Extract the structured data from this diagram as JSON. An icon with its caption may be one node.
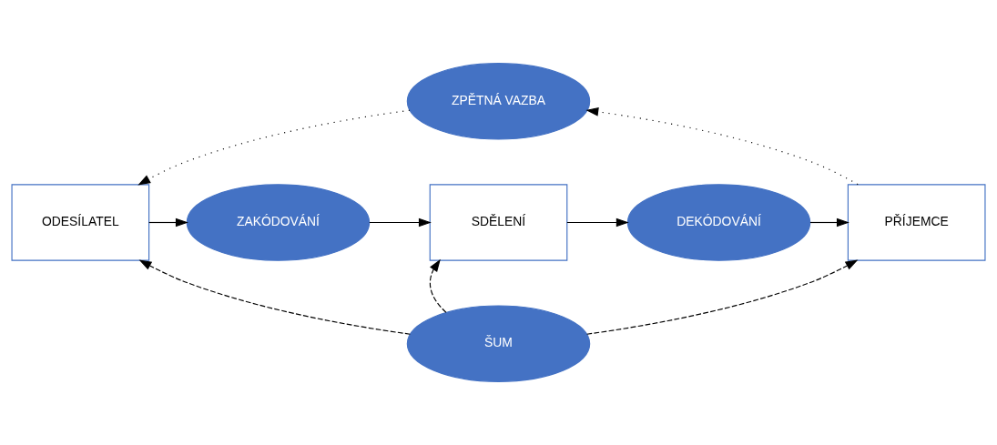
{
  "diagram": {
    "nodes": [
      {
        "text": [
          "ZPĚTNÁ VAZBA"
        ]
      },
      {
        "text": [
          "ODESÍLATEL"
        ]
      },
      {
        "text": [
          "ZAKÓDOVÁNÍ"
        ]
      },
      {
        "text": [
          "SDĚLENÍ"
        ]
      },
      {
        "text": [
          "DEKÓDOVÁNÍ"
        ]
      },
      {
        "text": [
          "PŘÍJEMCE"
        ]
      },
      {
        "text": [
          "ŠUM"
        ]
      }
    ],
    "edges": [
      {
        "from": 1,
        "to": 2,
        "arrow": "to"
      },
      {
        "from": 2,
        "to": 3,
        "arrow": "to"
      },
      {
        "from": 3,
        "to": 4,
        "arrow": "to"
      },
      {
        "from": 4,
        "to": 5,
        "arrow": "to"
      },
      {
        "from": 5,
        "to": 0,
        "arrow": "to",
        "style": "dashed"
      },
      {
        "from": 0,
        "to": 1,
        "arrow": "to",
        "style": "dashed"
      },
      {
        "from": 6,
        "to": 1,
        "arrow": "to",
        "style": "dashed"
      },
      {
        "from": 6,
        "to": 3,
        "arrow": "to",
        "style": "dashed"
      },
      {
        "from": 6,
        "to": 5,
        "arrow": "to",
        "style": "dashed"
      }
    ]
  }
}
